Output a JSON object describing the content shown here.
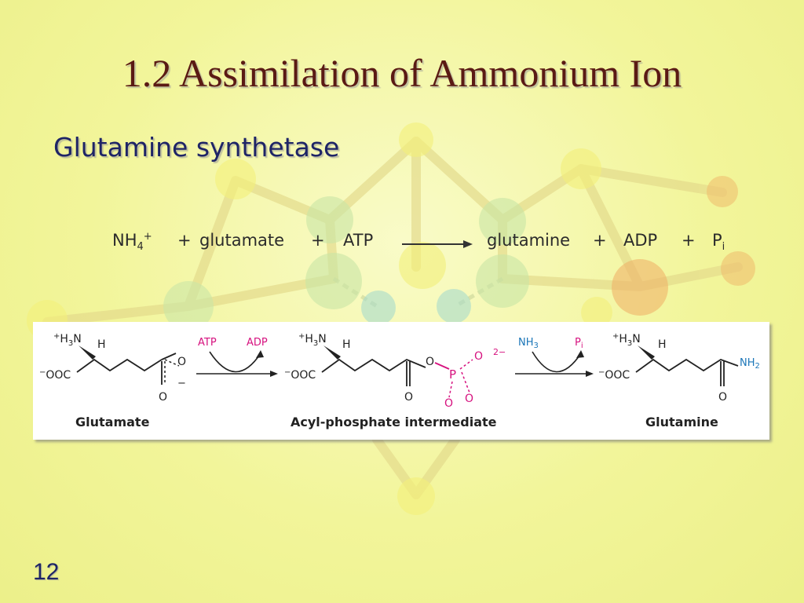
{
  "slide": {
    "title": "1.2 Assimilation of Ammonium Ion",
    "subtitle": "Glutamine synthetase",
    "page_number": "12",
    "title_color": "#5a1a14",
    "subtitle_color": "#1e2466"
  },
  "equation": {
    "nh4": "NH",
    "nh4_sub": "4",
    "nh4_sup": "+",
    "plus1": "+",
    "glutamate": "glutamate",
    "plus2": "+",
    "atp": "ATP",
    "glutamine": "glutamine",
    "plus3": "+",
    "adp": "ADP",
    "plus4": "+",
    "pi": "P",
    "pi_sub": "i"
  },
  "scheme": {
    "step1_in": "ATP",
    "step1_out": "ADP",
    "step2_in_base": "NH",
    "step2_in_sub": "3",
    "step2_out_base": "P",
    "step2_out_sub": "i",
    "cap_glutamate": "Glutamate",
    "cap_intermediate": "Acyl-phosphate intermediate",
    "cap_glutamine": "Glutamine",
    "amine_label": "H",
    "amine_sup": "+",
    "amine_n": "N",
    "amine_sub": "3",
    "h_label": "H",
    "carboxylate": "OOC",
    "carboxylate_sup": "−",
    "o_label": "O",
    "minus": "−",
    "phosphorus": "P",
    "charge_2minus": "2−",
    "amide_base": "NH",
    "amide_sub": "2",
    "magenta": "#d6127f",
    "blue": "#1b76b8"
  }
}
